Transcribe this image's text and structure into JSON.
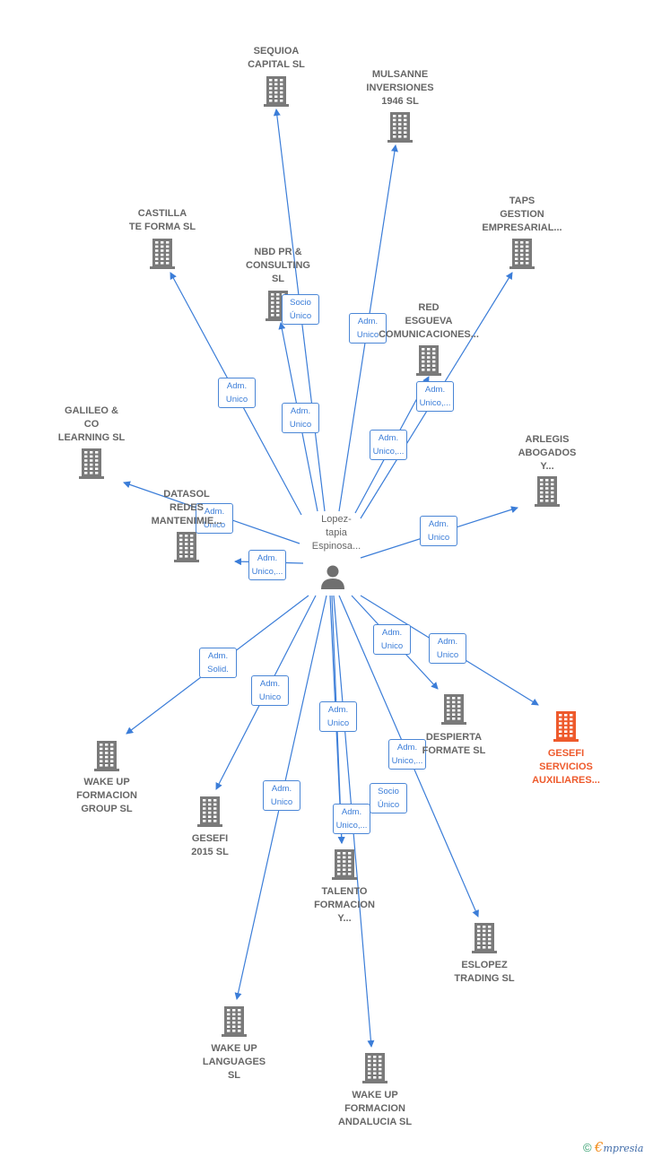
{
  "center": {
    "label_lines": [
      "Lopez-",
      "tapia",
      "Espinosa..."
    ]
  },
  "companies": [
    {
      "id": "sequioa",
      "lines": [
        "SEQUIOA",
        "CAPITAL SL"
      ],
      "highlight": false
    },
    {
      "id": "mulsanne",
      "lines": [
        "MULSANNE",
        "INVERSIONES",
        "1946 SL"
      ],
      "highlight": false
    },
    {
      "id": "castilla",
      "lines": [
        "CASTILLA",
        "TE FORMA SL"
      ],
      "highlight": false
    },
    {
      "id": "nbd",
      "lines": [
        "NBD PR &",
        "CONSULTING",
        "SL"
      ],
      "highlight": false
    },
    {
      "id": "taps",
      "lines": [
        "TAPS",
        "GESTION",
        "EMPRESARIAL..."
      ],
      "highlight": false
    },
    {
      "id": "red",
      "lines": [
        "RED",
        "ESGUEVA",
        "COMUNICACIONES..."
      ],
      "highlight": false
    },
    {
      "id": "galileo",
      "lines": [
        "GALILEO &",
        "CO",
        "LEARNING SL"
      ],
      "highlight": false
    },
    {
      "id": "arlegis",
      "lines": [
        "ARLEGIS",
        "ABOGADOS",
        "Y..."
      ],
      "highlight": false
    },
    {
      "id": "datasol",
      "lines": [
        "DATASOL",
        "REDES",
        "MANTENIMIE..."
      ],
      "highlight": false
    },
    {
      "id": "despierta",
      "lines": [
        "DESPIERTA",
        "FORMATE SL"
      ],
      "highlight": false
    },
    {
      "id": "gesefi_serv",
      "lines": [
        "GESEFI",
        "SERVICIOS",
        "AUXILIARES..."
      ],
      "highlight": true
    },
    {
      "id": "wakeup_group",
      "lines": [
        "WAKE UP",
        "FORMACION",
        "GROUP SL"
      ],
      "highlight": false
    },
    {
      "id": "gesefi2015",
      "lines": [
        "GESEFI",
        "2015 SL"
      ],
      "highlight": false
    },
    {
      "id": "talento",
      "lines": [
        "TALENTO",
        "FORMACION",
        "Y..."
      ],
      "highlight": false
    },
    {
      "id": "eslopez",
      "lines": [
        "ESLOPEZ",
        "TRADING SL"
      ],
      "highlight": false
    },
    {
      "id": "wakeup_lang",
      "lines": [
        "WAKE UP",
        "LANGUAGES",
        "SL"
      ],
      "highlight": false
    },
    {
      "id": "wakeup_and",
      "lines": [
        "WAKE UP",
        "FORMACION",
        "ANDALUCIA SL"
      ],
      "highlight": false
    }
  ],
  "relations": [
    {
      "to": "sequioa",
      "lines": [
        "Socio",
        "Único"
      ]
    },
    {
      "to": "mulsanne",
      "lines": [
        "Adm.",
        "Unico"
      ]
    },
    {
      "to": "castilla",
      "lines": [
        "Adm.",
        "Unico"
      ]
    },
    {
      "to": "nbd",
      "lines": [
        "Adm.",
        "Unico"
      ]
    },
    {
      "to": "taps",
      "lines": [
        "Adm.",
        "Unico,..."
      ]
    },
    {
      "to": "red",
      "lines": [
        "Adm.",
        "Unico,..."
      ]
    },
    {
      "to": "galileo",
      "lines": [
        "Adm.",
        "Unico"
      ]
    },
    {
      "to": "datasol",
      "lines": [
        "Adm.",
        "Unico,..."
      ]
    },
    {
      "to": "arlegis",
      "lines": [
        "Adm.",
        "Unico"
      ]
    },
    {
      "to": "despierta",
      "lines": [
        "Adm.",
        "Unico"
      ]
    },
    {
      "to": "gesefi_serv",
      "lines": [
        "Adm.",
        "Unico"
      ]
    },
    {
      "to": "wakeup_group",
      "lines": [
        "Adm.",
        "Solid."
      ]
    },
    {
      "to": "gesefi2015",
      "lines": [
        "Adm.",
        "Unico"
      ]
    },
    {
      "to": "talento",
      "lines": [
        "Adm.",
        "Unico"
      ]
    },
    {
      "to": "eslopez",
      "lines": [
        "Adm.",
        "Unico,..."
      ]
    },
    {
      "to": "wakeup_lang",
      "lines": [
        "Adm.",
        "Unico"
      ]
    },
    {
      "to": "wakeup_and",
      "lines": [
        "Socio",
        "Único"
      ]
    },
    {
      "to": "talento",
      "lines": [
        "Adm.",
        "Unico,..."
      ]
    }
  ],
  "brand": {
    "copyright": "©",
    "name_first": "€",
    "name_rest": "mpresia"
  },
  "colors": {
    "edge": "#3b7dd8",
    "node": "#7a7a7a",
    "highlight": "#ee5a2c",
    "person": "#6f6f6f"
  }
}
